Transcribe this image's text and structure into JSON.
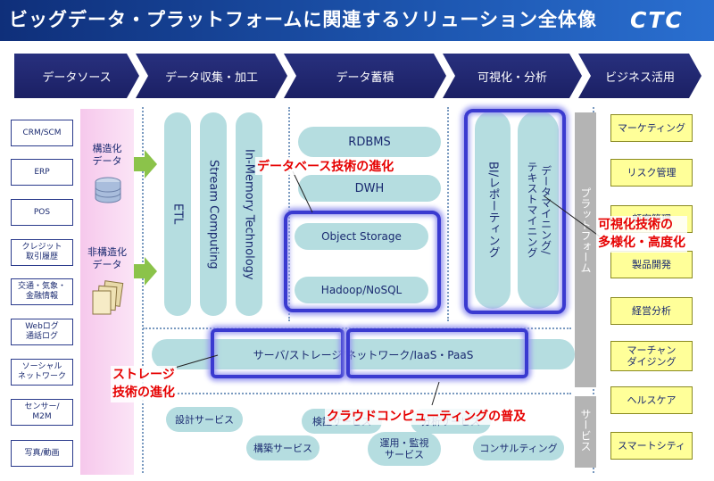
{
  "title": "ビッグデータ・プラットフォームに関連するソリューション全体像",
  "logo": "CTC",
  "stages": [
    "データソース",
    "データ収集・加工",
    "データ蓄積",
    "可視化・分析",
    "ビジネス活用"
  ],
  "sources": [
    "CRM/SCM",
    "ERP",
    "POS",
    "クレジット\n取引履歴",
    "交通・気象・\n金融情報",
    "Webログ\n通話ログ",
    "ソーシャル\nネットワーク",
    "センサー/\nM2M",
    "写真/動画"
  ],
  "data_types": {
    "structured": "構造化\nデータ",
    "unstructured": "非構造化\nデータ"
  },
  "collection": [
    "ETL",
    "Stream Computing",
    "In-Memory Technology"
  ],
  "storage": [
    "RDBMS",
    "DWH",
    "Object Storage",
    "Hadoop/NoSQL"
  ],
  "visualization": [
    "BI/レポーティング",
    "データマイニング/\nテキストマイニング"
  ],
  "platform_label": "プラットフォーム",
  "services_label": "サービス",
  "infra": "サーバ/ストレージ/ネットワーク/IaaS・PaaS",
  "services": [
    "設計サービス",
    "検証サービス",
    "分析サービス",
    "構築サービス",
    "運用・監視\nサービス",
    "コンサルティング"
  ],
  "business": [
    "マーケティング",
    "リスク管理",
    "顧客管理",
    "製品開発",
    "経営分析",
    "マーチャン\nダイジング",
    "ヘルスケア",
    "スマートシティ"
  ],
  "callouts": {
    "db": "データベース技術の進化",
    "viz": "可視化技術の\n多様化・高度化",
    "storage": "ストレージ\n技術の進化",
    "cloud": "クラウドコンピューティングの普及"
  }
}
